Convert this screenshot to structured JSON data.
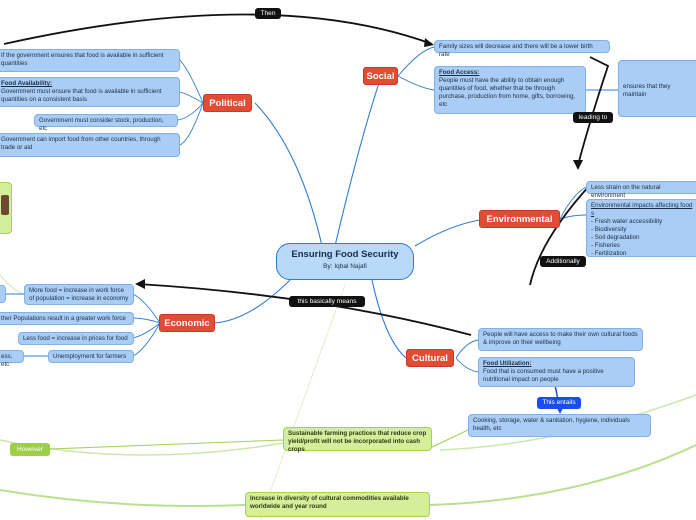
{
  "center": {
    "title": "Ensuring Food Security",
    "subtitle": "By: Iqbal Najafi"
  },
  "branches": {
    "social": "Social",
    "political": "Political",
    "environmental": "Environmental",
    "economic": "Economic",
    "cultural": "Cultural"
  },
  "links": {
    "then": "Then",
    "leading_to": "leading to",
    "additionally": "Additionally",
    "this_basically_means": "this basically means",
    "this_entails": "This entails",
    "however": "However"
  },
  "political": {
    "item1": "If the government ensures that food is available in sufficient quantities",
    "item2_heading": "Food Availability:",
    "item2_body": "Government must ensure that food is available in sufficient quantities on a consistent basis",
    "item3": "Government must consider stock, production, etc",
    "item4": "Government can import food from other countries, through trade or aid"
  },
  "social": {
    "item1": "Family sizes will decrease and there will be a lower birth rate",
    "item2_heading": "Food Access:",
    "item2_body": "People must have the ability to obtain enough quantities of food, whether that be through purchase, production from home, gifts, borrowing, etc",
    "item3": "ensures that they maintain"
  },
  "environmental": {
    "item1": "Less strain on the natural environment",
    "item2_heading": "Environmental impacts affecting food s",
    "item2_list": [
      "- Fresh water accessibility",
      "- Biodiversity",
      "- Soil degradation",
      "- Fisheries",
      "- Fertilization"
    ]
  },
  "economic": {
    "item1": "More food = increase in work force of population = increase in economy",
    "item2": "ther Populations result in a greater work force",
    "item3": "Less food = increase in prices for food",
    "item4": "Unemployment for farmers",
    "item4_left": "ess, etc"
  },
  "cultural": {
    "item1": "People will have access to make their own cultural foods & improve on their wellbeing",
    "item2_heading": "Food Utilization:",
    "item2_body": "Food that is consumed must have a positive nutritional impact on people",
    "item3": "Cooking, storage, water & sanitation, hygiene, individuals health, etc"
  },
  "green": {
    "item1": "Sustainable farming practices that reduce crop yield/profit will not be incorporated into cash crops",
    "item2": "Increase in diversity of cultural commodities available worldwide and year round"
  },
  "colors": {
    "blue_node": "#a9cdf5",
    "branch_red": "#e24b34",
    "green_node": "#d4ee9a",
    "line_blue": "#2f7dd1"
  }
}
